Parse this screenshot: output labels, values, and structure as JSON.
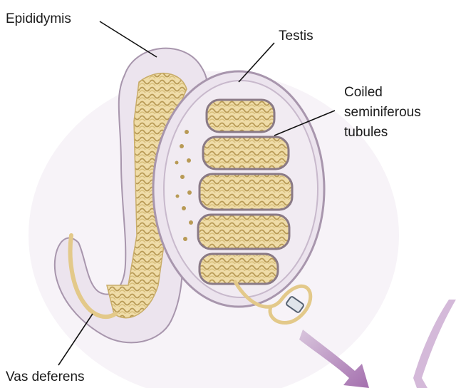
{
  "labels": {
    "epididymis": "Epididymis",
    "testis": "Testis",
    "tubules_line1": "Coiled",
    "tubules_line2": "seminiferous",
    "tubules_line3": "tubules",
    "vas_deferens": "Vas deferens"
  },
  "colors": {
    "background": "#ffffff",
    "tissue": "#ece4ee",
    "tissue_dark": "#c8b9cc",
    "outline": "#a896ad",
    "tubule": "#e8d29a",
    "tubule_dark": "#b89a55",
    "lobule": "#8a7a86",
    "arrow": "#b07cba"
  }
}
